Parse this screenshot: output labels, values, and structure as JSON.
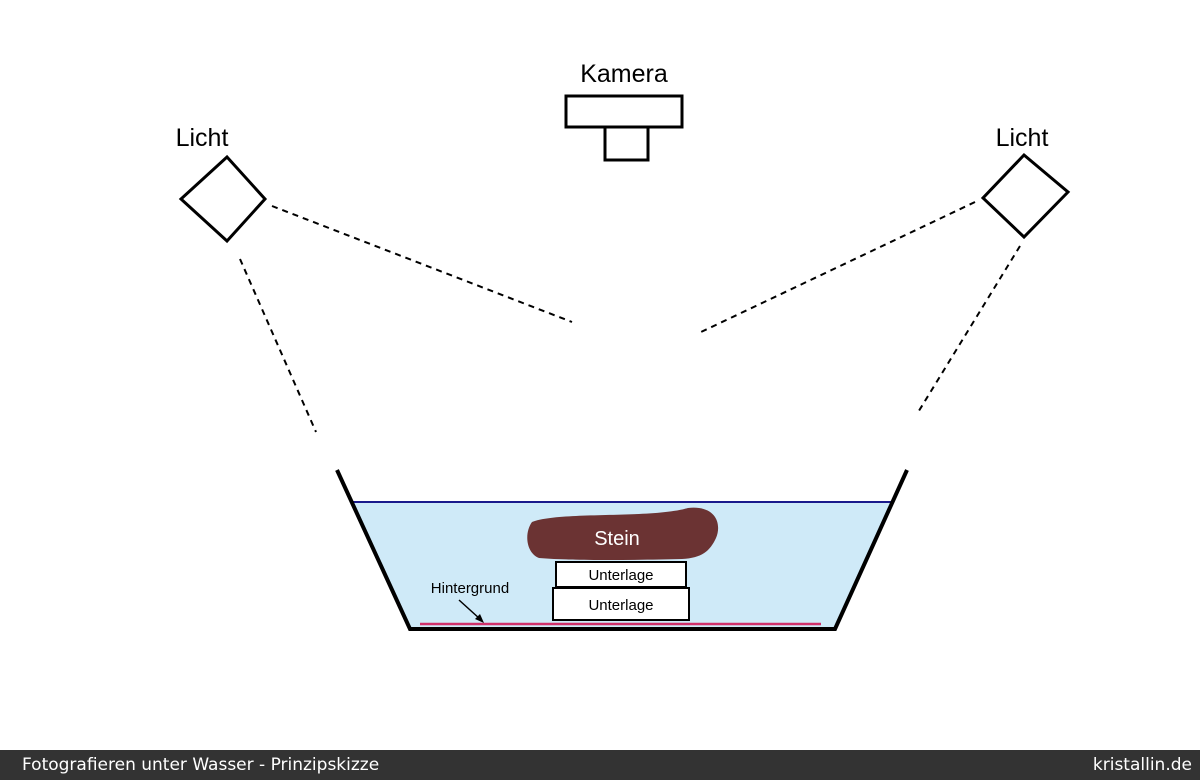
{
  "diagram": {
    "camera_label": "Kamera",
    "light_left_label": "Licht",
    "light_right_label": "Licht",
    "stone_label": "Stein",
    "support_top_label": "Unterlage",
    "support_bottom_label": "Unterlage",
    "background_label": "Hintergrund"
  },
  "footer": {
    "caption": "Fotografieren unter Wasser - Prinzipskizze",
    "site": "kristallin.de"
  },
  "colors": {
    "water": "#cfeaf8",
    "waterline": "#1a1a8c",
    "stone": "#6b3333",
    "background_strip": "#d0306a",
    "footer_bg": "#333333"
  }
}
